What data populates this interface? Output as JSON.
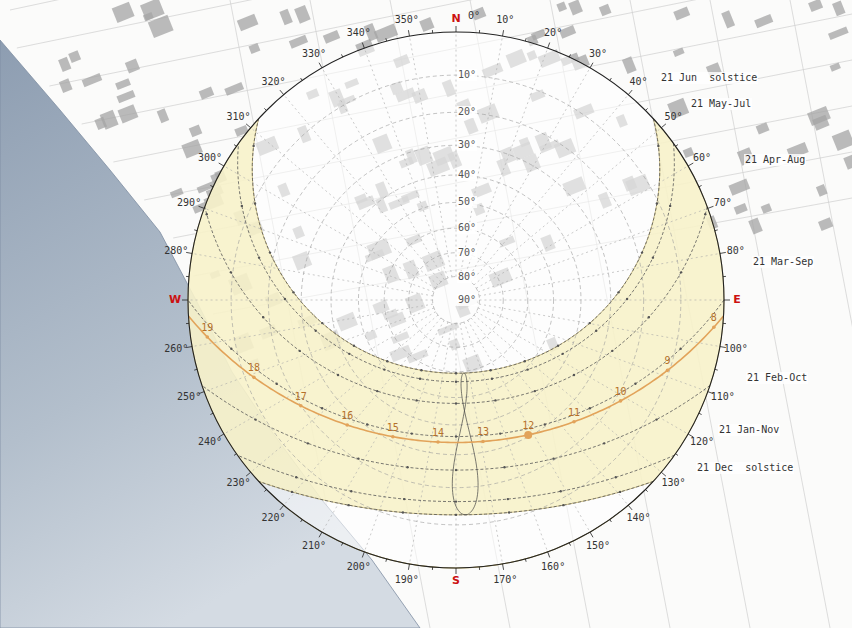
{
  "diagram": {
    "labels": [
      "N",
      "E",
      "S",
      "W",
      "0°",
      "10°",
      "20°",
      "30°",
      "40°",
      "50°",
      "60°",
      "70°",
      "80°",
      "100°",
      "110°",
      "120°",
      "130°",
      "140°",
      "150°",
      "160°",
      "170°",
      "190°",
      "200°",
      "210°",
      "220°",
      "230°",
      "240°",
      "250°",
      "260°",
      "280°",
      "290°",
      "300°",
      "310°",
      "320°",
      "330°",
      "340°",
      "350°",
      "10°",
      "20°",
      "30°",
      "40°",
      "50°",
      "60°",
      "70°",
      "80°",
      "90°",
      "21 Jun  solstice",
      "21 May-Jul",
      "21 Apr-Aug",
      "21 Mar-Sep",
      "21 Feb-Oct",
      "21 Jan-Nov",
      "21 Dec  solstice",
      "8",
      "9",
      "10",
      "11",
      "12",
      "13",
      "14",
      "15",
      "16",
      "17",
      "18",
      "19"
    ]
  }
}
